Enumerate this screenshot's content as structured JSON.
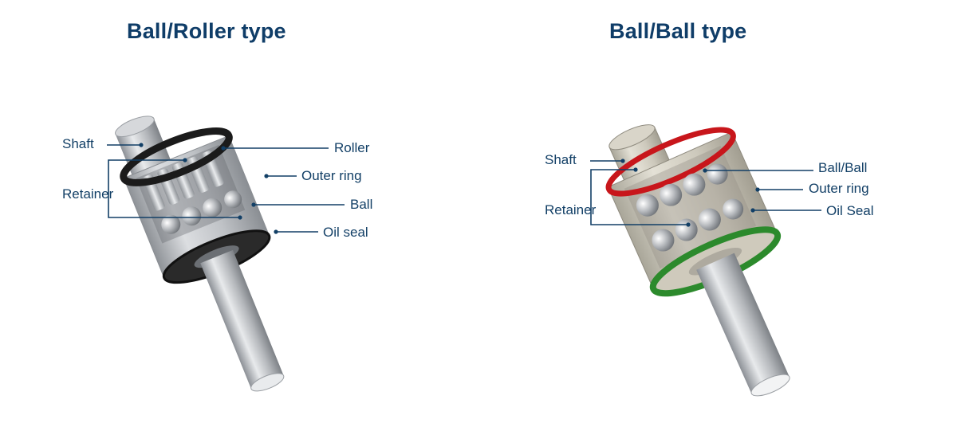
{
  "left_panel": {
    "title": "Ball/Roller type",
    "labels": {
      "shaft": "Shaft",
      "retainer": "Retainer",
      "roller": "Roller",
      "outer_ring": "Outer ring",
      "ball": "Ball",
      "oil_seal": "Oil seal"
    }
  },
  "right_panel": {
    "title": "Ball/Ball type",
    "labels": {
      "shaft": "Shaft",
      "retainer": "Retainer",
      "ball_ball": "Ball/Ball",
      "outer_ring": "Outer ring",
      "oil_seal": "Oil Seal"
    }
  },
  "colors": {
    "title": "#0f3d68",
    "label": "#123f66",
    "steel": "#b9bcc0",
    "seal_black": "#1b1b1b",
    "retainer_red": "#c8161b",
    "seal_green": "#2c8a2c",
    "housing_beige": "#d6d2c5"
  }
}
